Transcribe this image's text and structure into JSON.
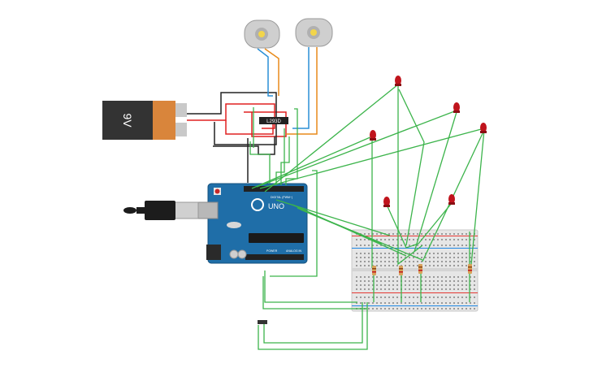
{
  "battery": {
    "label": "9V"
  },
  "driver_chip": {
    "label": "L293D"
  },
  "arduino": {
    "logo_text": "UNO",
    "pwm_label": "DIGITAL (PWM~)",
    "power_label": "POWER",
    "analog_label": "ANALOG IN"
  },
  "colors": {
    "wire_green": "#3cb44b",
    "wire_red": "#e02020",
    "wire_black": "#222222",
    "wire_blue": "#2a8fd6",
    "wire_orange": "#e88a1a",
    "led_red": "#c0141c",
    "arduino_blue": "#1f6ea8",
    "battery_orange": "#d9853b",
    "battery_black": "#333333"
  },
  "components": {
    "motors": 2,
    "leds": 6,
    "resistors": 4
  }
}
